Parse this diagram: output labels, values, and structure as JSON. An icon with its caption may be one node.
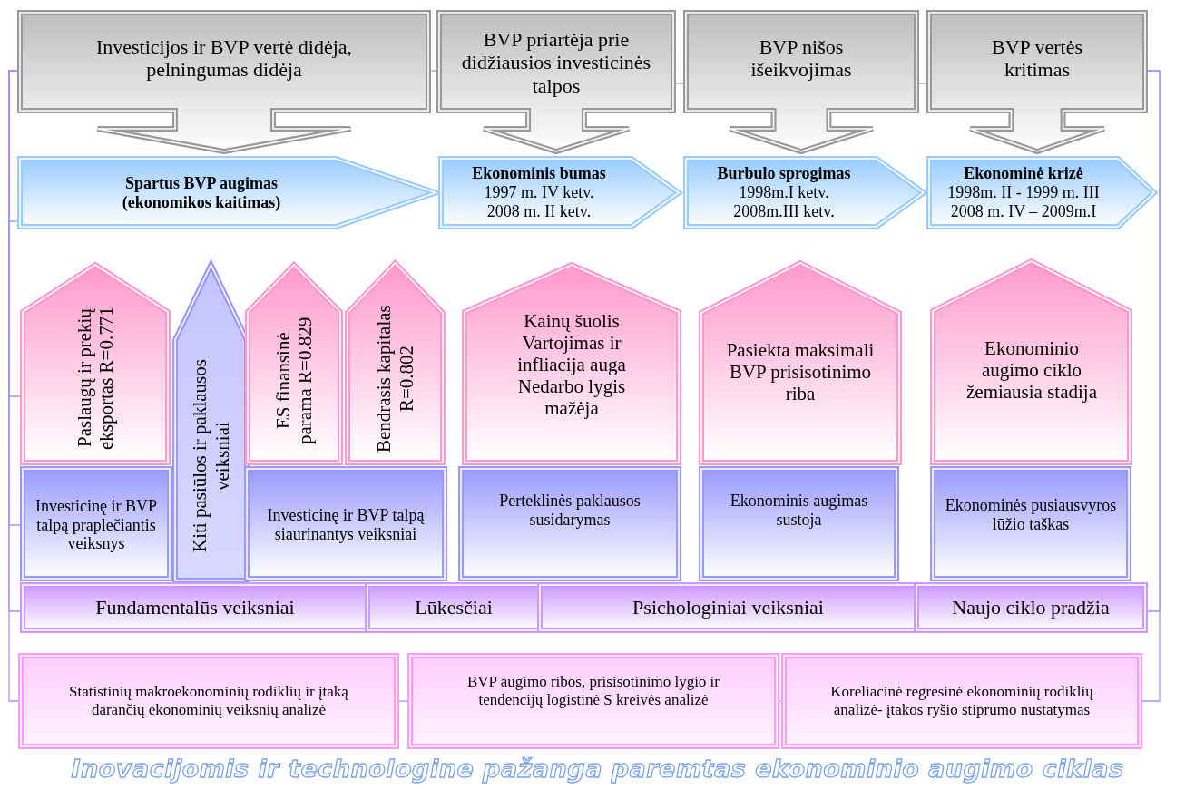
{
  "diagram": {
    "caption": "Inovacijomis ir technologine pažanga paremtas ekonominio augimo ciklas",
    "nodes": [
      {
        "text": [
          "Investicijos ir BVP vertė didėja, pelningumas didėja"
        ]
      },
      {
        "text": [
          "BVP priartėja prie didžiausios investicinės talpos"
        ]
      },
      {
        "text": [
          "BVP nišos išeikvojimas"
        ]
      },
      {
        "text": [
          "BVP vertės kritimas"
        ]
      },
      {
        "text": [
          "Spartus BVP augimas (ekonomikos kaitimas)"
        ]
      },
      {
        "text": [
          "Ekonominis bumas",
          "1997 m. IV ketv.",
          "2008 m. II ketv."
        ]
      },
      {
        "text": [
          "Burbulo sprogimas",
          "1998m.I ketv.",
          "2008m.III ketv."
        ]
      },
      {
        "text": [
          "Ekonominė krizė",
          "1998m. II - 1999 m. III",
          "2008 m. IV – 2009m.I"
        ]
      },
      {
        "text": [
          "Paslaugų ir prekių eksportas R=0.771"
        ]
      },
      {
        "text": [
          "Kiti pasiūlos ir paklausos veiksniai"
        ]
      },
      {
        "text": [
          "ES finansinė parama R=0.829"
        ]
      },
      {
        "text": [
          "Bendrasis kapitalas R=0.802"
        ]
      },
      {
        "text": [
          "Kainų šuolis Vartojimas ir infliacija auga Nedarbo lygis mažėja"
        ]
      },
      {
        "text": [
          "Pasiekta maksimali BVP prisisotinimo riba"
        ]
      },
      {
        "text": [
          "Ekonominio augimo ciklo žemiausia stadija"
        ]
      },
      {
        "text": [
          "Investicinę ir BVP talpą praplečiantis veiksnys"
        ]
      },
      {
        "text": [
          "Investicinę ir BVP talpą siaurinantys veiksniai"
        ]
      },
      {
        "text": [
          "Perteklinės paklausos susidarymas"
        ]
      },
      {
        "text": [
          "Ekonominis augimas sustoja"
        ]
      },
      {
        "text": [
          "Ekonominės pusiausvyros lūžio taškas"
        ]
      },
      {
        "text": [
          "Fundamentalūs veiksniai"
        ]
      },
      {
        "text": [
          "Lūkesčiai"
        ]
      },
      {
        "text": [
          "Psichologiniai veiksniai"
        ]
      },
      {
        "text": [
          "Naujo ciklo pradžia"
        ]
      },
      {
        "text": [
          "Statistinių makroekonominių rodiklių ir įtaką darančių ekonominių veiksnių analizė"
        ]
      },
      {
        "text": [
          "BVP augimo ribos, prisisotinimo lygio ir tendencijų logistinė S kreivės analizė"
        ]
      },
      {
        "text": [
          "Koreliacinė regresinė ekonominių rodiklių analizė- įtakos ryšio stiprumo nustatymas"
        ]
      }
    ],
    "edges": [
      {
        "from": 0,
        "to": 1,
        "arrow": "none"
      },
      {
        "from": 1,
        "to": 2,
        "arrow": "none"
      },
      {
        "from": 2,
        "to": 3,
        "arrow": "none"
      },
      {
        "from": 24,
        "to": 25,
        "arrow": "none"
      },
      {
        "from": 25,
        "to": 26,
        "arrow": "none"
      },
      {
        "from": 0,
        "to": 4,
        "arrow": "none"
      },
      {
        "from": 0,
        "to": 8,
        "arrow": "none"
      },
      {
        "from": 0,
        "to": 15,
        "arrow": "none"
      },
      {
        "from": 0,
        "to": 20,
        "arrow": "none"
      },
      {
        "from": 0,
        "to": 24,
        "arrow": "none"
      },
      {
        "from": 3,
        "to": 23,
        "arrow": "none"
      },
      {
        "from": 3,
        "to": 26,
        "arrow": "none"
      }
    ]
  }
}
